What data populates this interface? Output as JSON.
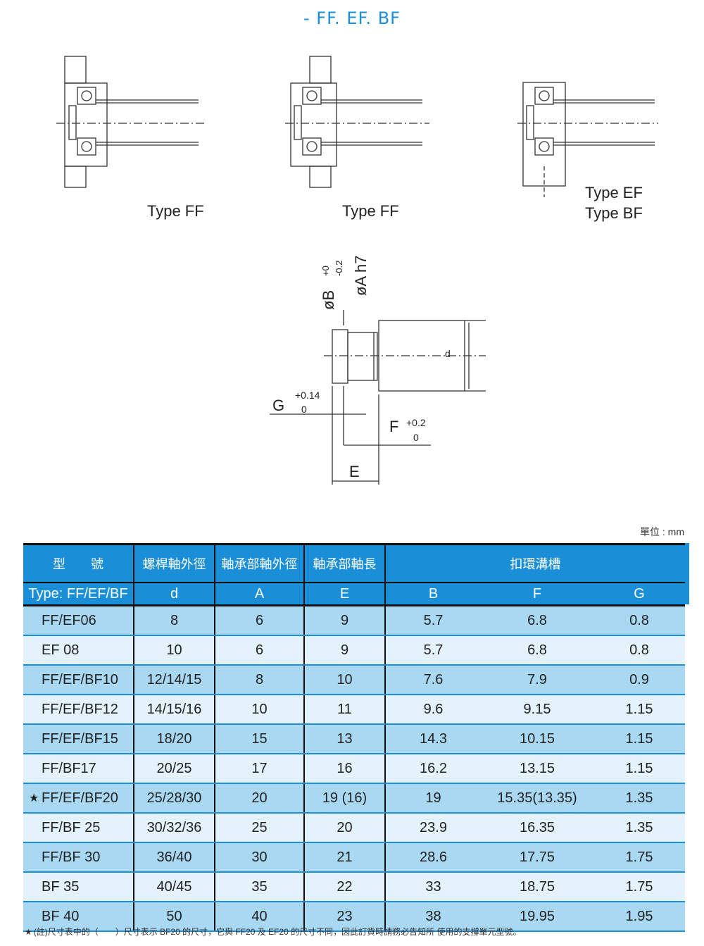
{
  "title": "- FF. EF. BF",
  "diagram_labels": {
    "type_ff_1": "Type FF",
    "type_ff_2": "Type FF",
    "type_ef": "Type EF",
    "type_bf": "Type BF"
  },
  "dimension_labels": {
    "phiB": "øB",
    "tol_b_plus": "+0",
    "tol_b_minus": "-0.2",
    "phiA": "øA h7",
    "d": "d",
    "G": "G",
    "G_tol_plus": "+0.14",
    "G_tol_zero": "0",
    "F": "F",
    "F_tol_plus": "+0.2",
    "F_tol_zero": "0",
    "E": "E"
  },
  "unit_label": "單位 : mm",
  "table": {
    "header1": {
      "model": "型　　號",
      "d": "螺桿軸外徑",
      "A": "軸承部軸外徑",
      "E": "軸承部軸長",
      "clip": "扣環溝槽"
    },
    "header2": [
      "Type: FF/EF/BF",
      "d",
      "A",
      "E",
      "B",
      "F",
      "G"
    ],
    "rows": [
      {
        "model": "FF/EF06",
        "d": "8",
        "A": "6",
        "E": "9",
        "B": "5.7",
        "F": "6.8",
        "G": "0.8",
        "star": false
      },
      {
        "model": "EF  08",
        "d": "10",
        "A": "6",
        "E": "9",
        "B": "5.7",
        "F": "6.8",
        "G": "0.8",
        "star": false
      },
      {
        "model": "FF/EF/BF10",
        "d": "12/14/15",
        "A": "8",
        "E": "10",
        "B": "7.6",
        "F": "7.9",
        "G": "0.9",
        "star": false
      },
      {
        "model": "FF/EF/BF12",
        "d": "14/15/16",
        "A": "10",
        "E": "11",
        "B": "9.6",
        "F": "9.15",
        "G": "1.15",
        "star": false
      },
      {
        "model": "FF/EF/BF15",
        "d": "18/20",
        "A": "15",
        "E": "13",
        "B": "14.3",
        "F": "10.15",
        "G": "1.15",
        "star": false
      },
      {
        "model": "FF/BF17",
        "d": "20/25",
        "A": "17",
        "E": "16",
        "B": "16.2",
        "F": "13.15",
        "G": "1.15",
        "star": false
      },
      {
        "model": "FF/EF/BF20",
        "d": "25/28/30",
        "A": "20",
        "E": "19 (16)",
        "B": "19",
        "F": "15.35(13.35)",
        "G": "1.35",
        "star": true
      },
      {
        "model": "FF/BF 25",
        "d": "30/32/36",
        "A": "25",
        "E": "20",
        "B": "23.9",
        "F": "16.35",
        "G": "1.35",
        "star": false
      },
      {
        "model": "FF/BF 30",
        "d": "36/40",
        "A": "30",
        "E": "21",
        "B": "28.6",
        "F": "17.75",
        "G": "1.75",
        "star": false
      },
      {
        "model": "BF 35",
        "d": "40/45",
        "A": "35",
        "E": "22",
        "B": "33",
        "F": "18.75",
        "G": "1.75",
        "star": false
      },
      {
        "model": "BF 40",
        "d": "50",
        "A": "40",
        "E": "23",
        "B": "38",
        "F": "19.95",
        "G": "1.95",
        "star": false
      }
    ]
  },
  "note": {
    "star": "★",
    "text": "(註)尺寸表中的（　　）尺寸表示 BF20 的尺寸，它與 FF20 及 EF20 的尺寸不同，因此訂貨時請務必告知所 使用的支撐單元型號。"
  },
  "colors": {
    "header_blue": "#1a8fd8",
    "row_dark": "#a9d8f3",
    "row_light": "#e3f2fb",
    "title": "#1b8fd6"
  }
}
